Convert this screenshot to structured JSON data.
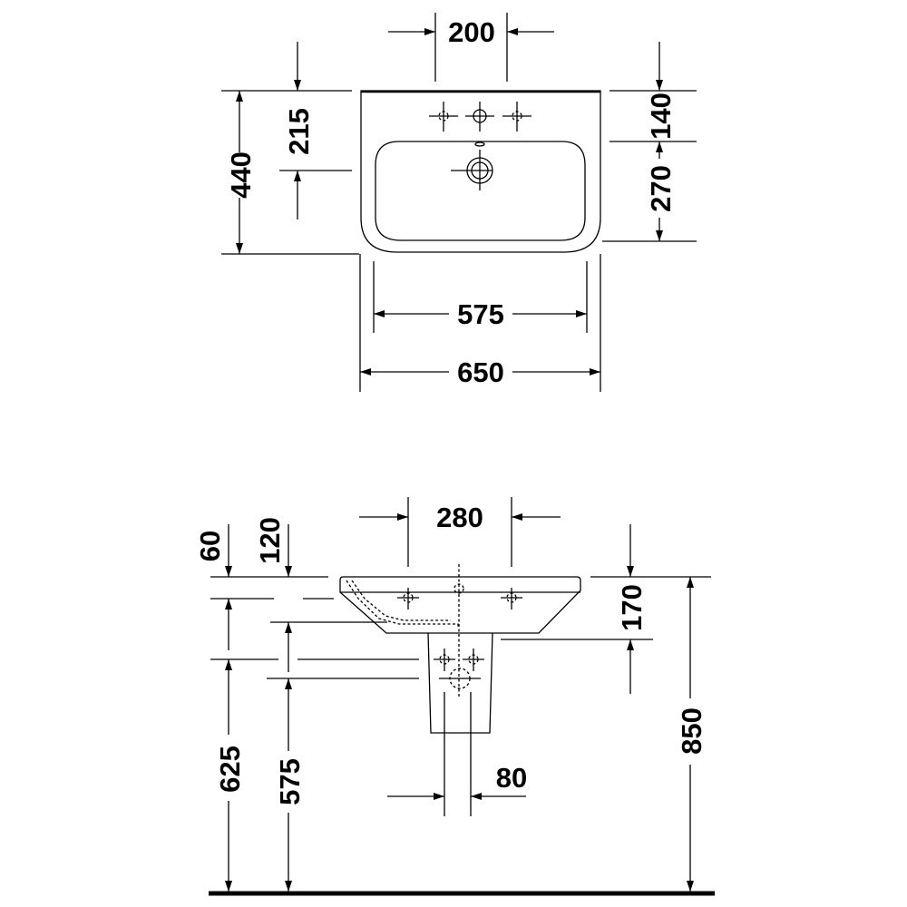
{
  "drawing": {
    "title": "Washbasin dimension drawing",
    "unit": "mm",
    "colors": {
      "line": "#000000",
      "background": "#ffffff"
    }
  },
  "top_view": {
    "dimensions": {
      "tap_hole_spacing": "200",
      "front_to_drain": "215",
      "overall_depth": "440",
      "rim_to_bowl": "140",
      "bowl_depth": "270",
      "bowl_width": "575",
      "overall_width": "650"
    }
  },
  "side_view": {
    "dimensions": {
      "tap_spacing": "280",
      "rim_offset_60": "60",
      "rim_offset_120": "120",
      "basin_height": "170",
      "height_625": "625",
      "height_575": "575",
      "pedestal_pipe": "80",
      "rim_height": "850"
    }
  }
}
